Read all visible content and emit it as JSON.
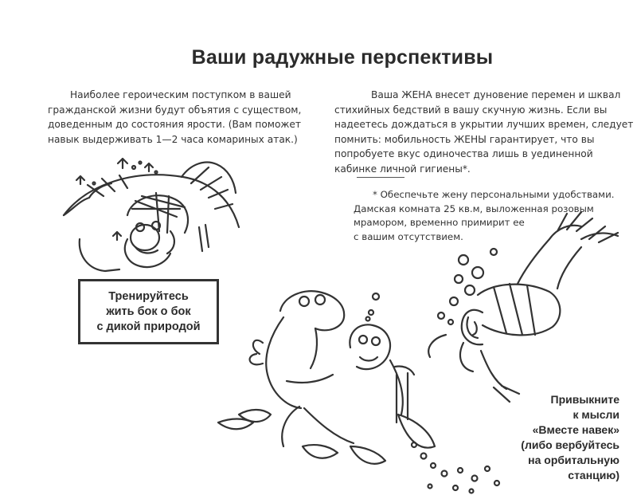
{
  "title": "Ваши радужные перспективы",
  "left_paragraph": "Наиболее героическим поступком в вашей гражданской жизни будут объятия с существом, доведенным до состояния ярости. (Вам поможет навык выдерживать 1—2 часа комариных атак.)",
  "right_paragraph": {
    "lines": [
      "Ваша ЖЕНА внесет дуновение перемен и шквал",
      "стихийных бедствий в вашу скучную жизнь. Если вы",
      "надеетесь дождаться в укрытии лучших времен, следует",
      "помнить: мобильность ЖЕНЫ гарантирует, что вы",
      "попробуете вкус одиночества лишь в уединенной",
      "кабинке личной гигиены*."
    ]
  },
  "footnote": {
    "lines": [
      "* Обеспечьте жену персональными удобствами.",
      "Дамская комната 25 кв.м, выложенная розовым",
      "мрамором, временно примирит ее",
      "с вашим отсутствием."
    ]
  },
  "callout": {
    "lines": [
      "Тренируйтесь",
      "жить бок о бок",
      "с дикой природой"
    ]
  },
  "side_note": {
    "lines": [
      "Привыкните",
      "к мысли",
      "«Вместе навек»",
      "(либо вербуйтесь",
      "на орбитальную",
      "станцию)"
    ]
  }
}
